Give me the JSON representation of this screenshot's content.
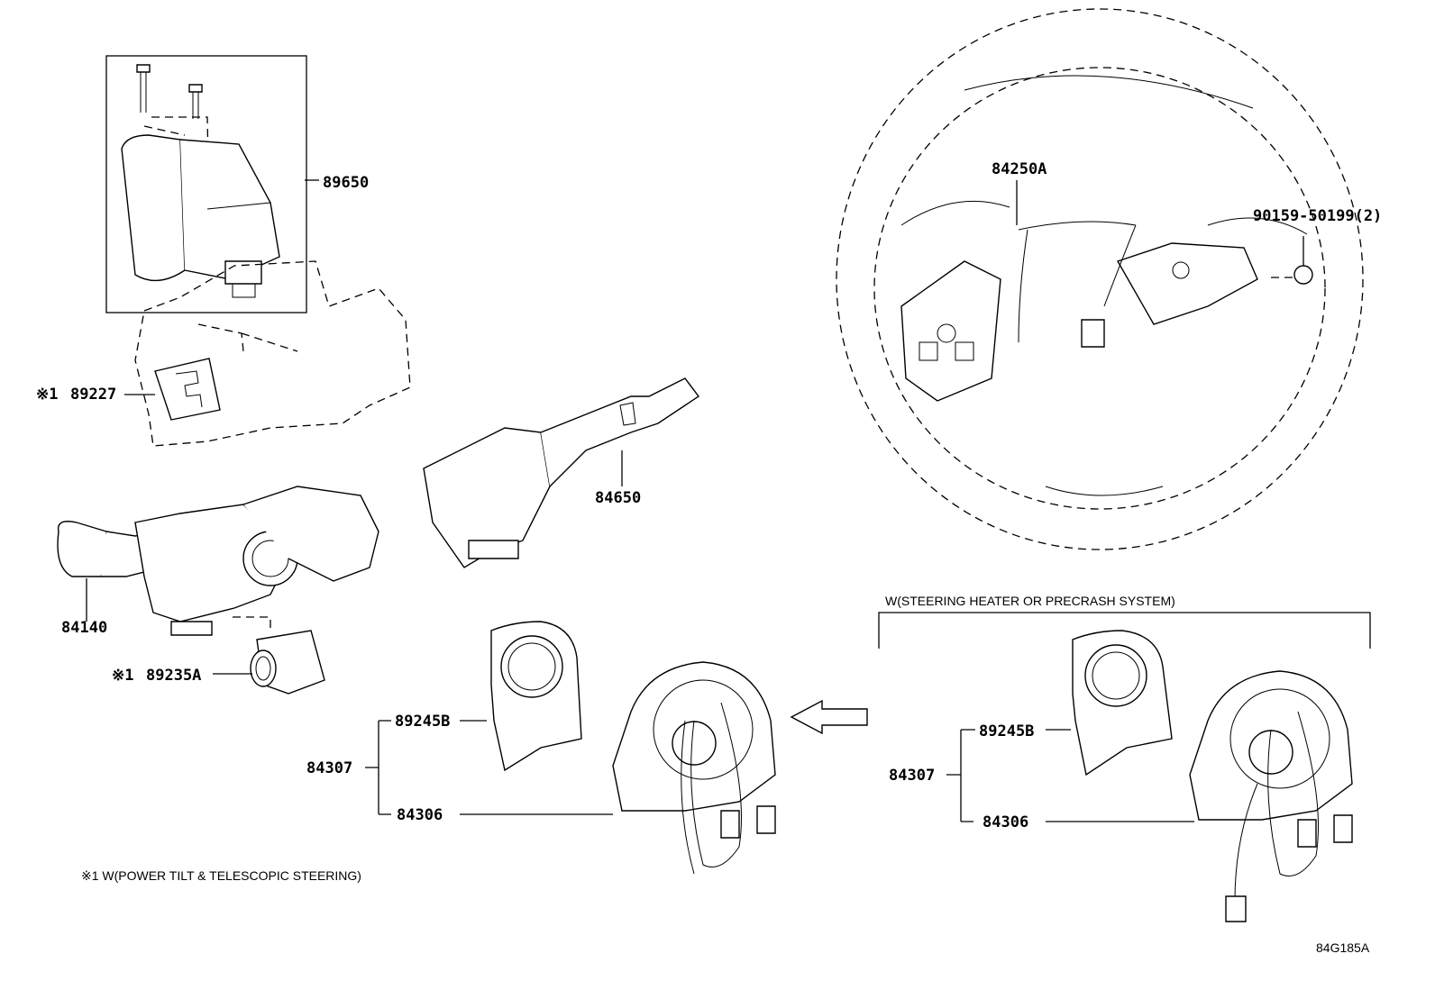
{
  "labels": {
    "p89650": "89650",
    "p89227": "89227",
    "p84650": "84650",
    "p84140": "84140",
    "p89235A": "89235A",
    "p89245B_left": "89245B",
    "p84307_left": "84307",
    "p84306_left": "84306",
    "p84250A": "84250A",
    "p90159": "90159-50199(2)",
    "p89245B_right": "89245B",
    "p84307_right": "84307",
    "p84306_right": "84306"
  },
  "marks": {
    "ref1": "※1",
    "ref2": "※1"
  },
  "notes": {
    "footnote": "※1  W(POWER TILT & TELESCOPIC STEERING)",
    "variant": "W(STEERING HEATER OR PRECRASH SYSTEM)",
    "diagram_code": "84G185A"
  }
}
